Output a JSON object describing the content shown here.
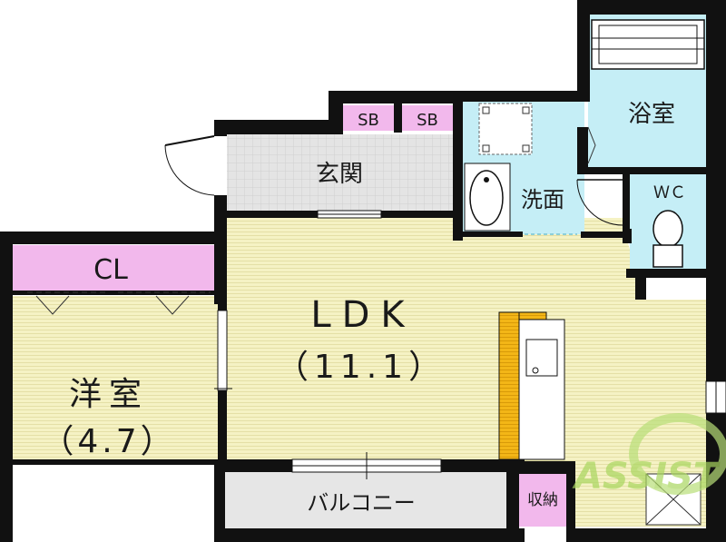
{
  "rooms": {
    "ldk": {
      "name": "LDK",
      "size": "（11.1）"
    },
    "western_room": {
      "name": "洋室",
      "size": "（4.7）"
    },
    "closet": {
      "name": "CL"
    },
    "entrance": {
      "name": "玄関"
    },
    "shoe_box_1": {
      "name": "SB"
    },
    "shoe_box_2": {
      "name": "SB"
    },
    "washroom": {
      "name": "洗面"
    },
    "bathroom": {
      "name": "浴室"
    },
    "toilet": {
      "name": "ＷＣ"
    },
    "balcony": {
      "name": "バルコニー"
    },
    "storage": {
      "name": "収納"
    }
  },
  "watermark": {
    "text": "ASSIST"
  },
  "colors": {
    "floor": "#f5f2c4",
    "wall": "#111111",
    "pink": "#f2b8ec",
    "blue": "#c5eef6",
    "tile": "#e2e2e2",
    "counter": "#f0b81e",
    "watermark": "#b8df78"
  }
}
